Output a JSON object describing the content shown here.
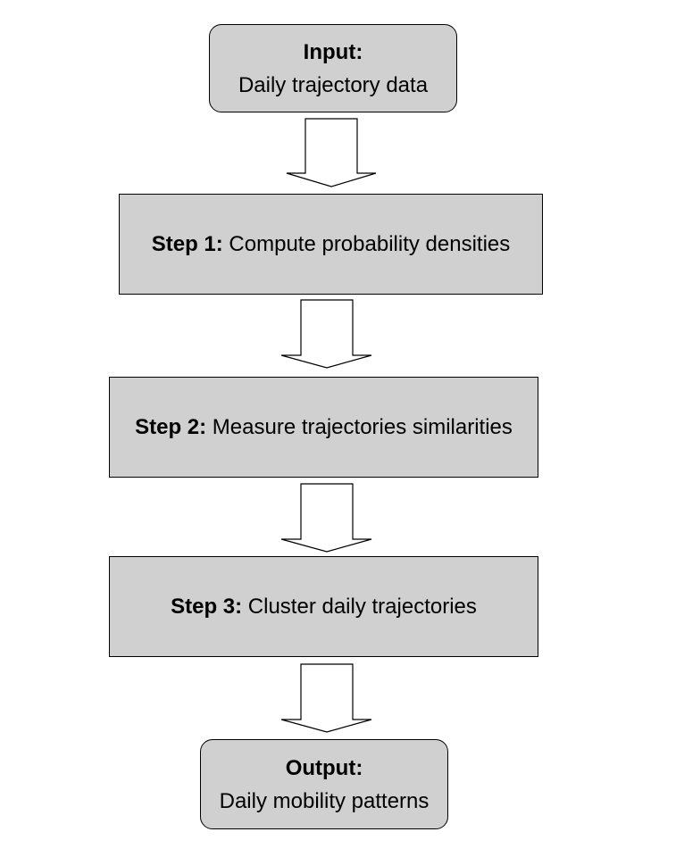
{
  "input": {
    "heading": "Input:",
    "text": "Daily trajectory data"
  },
  "steps": [
    {
      "label": "Step 1:",
      "text": " Compute probability densities"
    },
    {
      "label": "Step 2:",
      "text": " Measure trajectories similarities"
    },
    {
      "label": "Step 3:",
      "text": " Cluster daily trajectories"
    }
  ],
  "output": {
    "heading": "Output:",
    "text": "Daily mobility patterns"
  },
  "colors": {
    "box_fill": "#d0d0d0",
    "border": "#000000",
    "arrow_fill": "#ffffff"
  }
}
